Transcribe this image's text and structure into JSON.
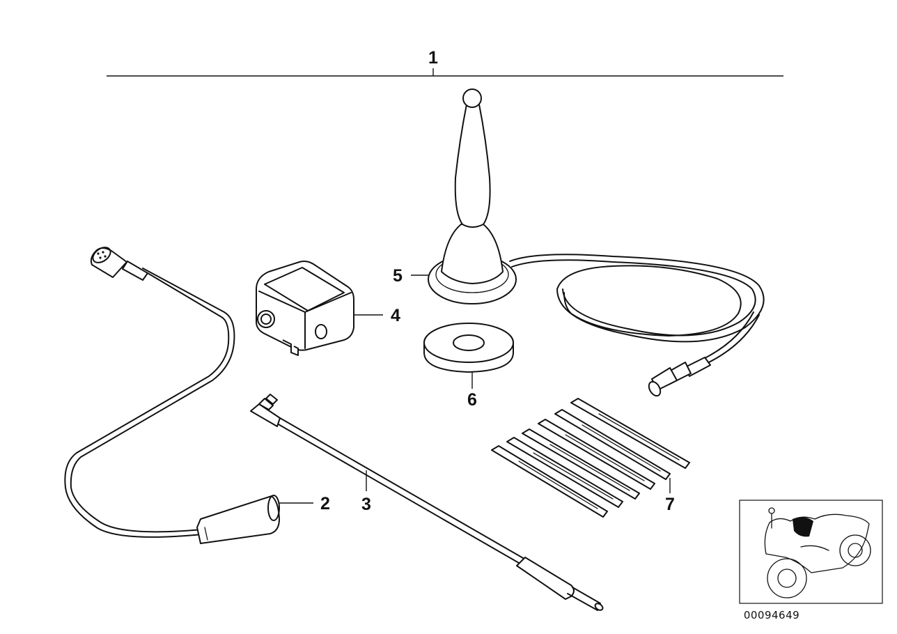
{
  "callouts": {
    "c1": "1",
    "c2": "2",
    "c3": "3",
    "c4": "4",
    "c5": "5",
    "c6": "6",
    "c7": "7"
  },
  "diagram_id": "00094649",
  "colors": {
    "ink": "#111111",
    "background": "#ffffff"
  }
}
